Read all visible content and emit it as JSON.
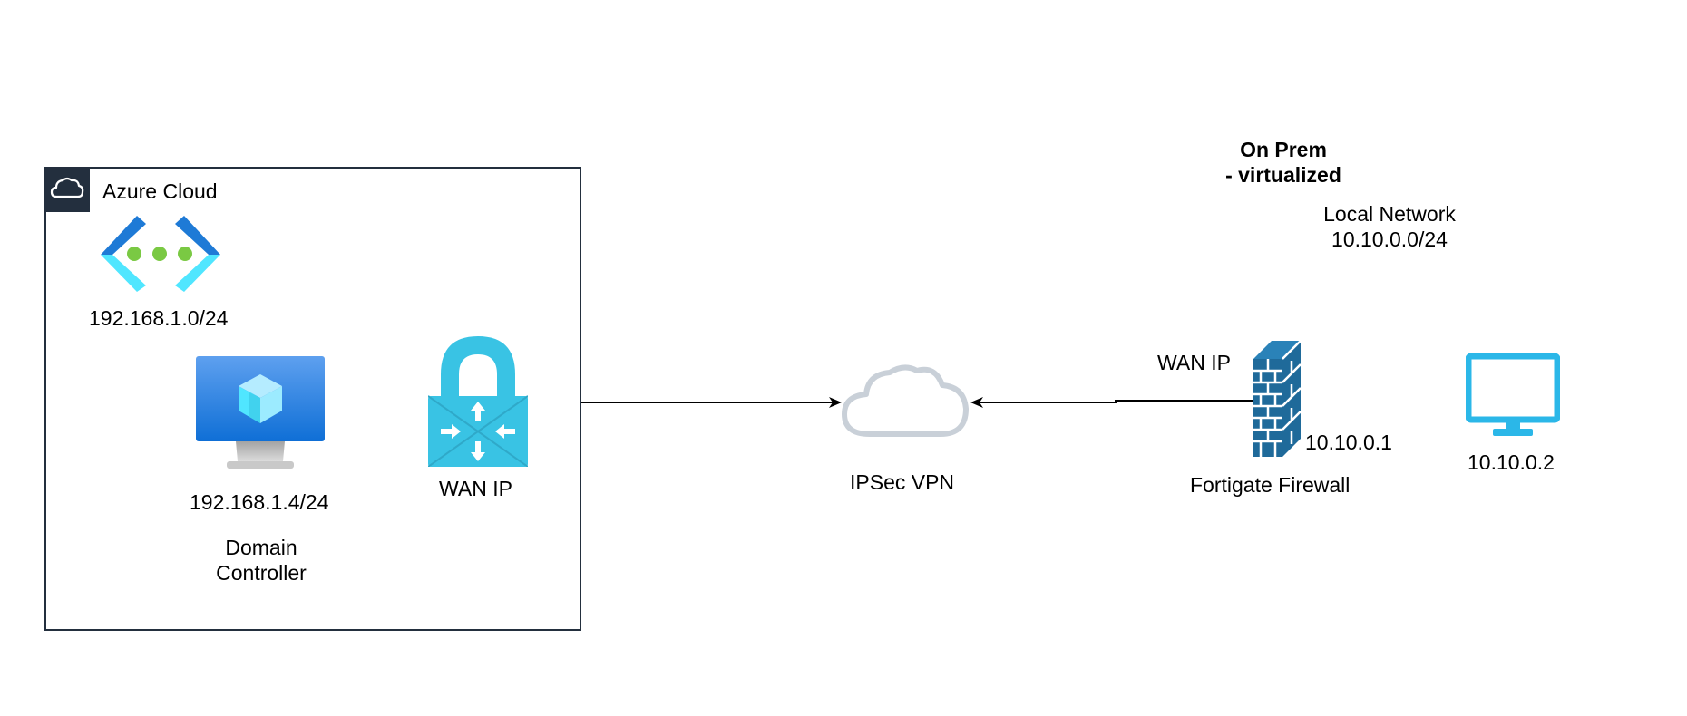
{
  "azure": {
    "title": "Azure Cloud",
    "vnet_cidr": "192.168.1.0/24",
    "dc_ip": "192.168.1.4/24",
    "dc_name_line1": "Domain",
    "dc_name_line2": "Controller",
    "gateway_label": "WAN IP",
    "icons": [
      "cloud-icon",
      "virtual-network-icon",
      "virtual-machine-icon",
      "vpn-gateway-lock-icon"
    ]
  },
  "vpn": {
    "label": "IPSec VPN",
    "icon": "cloud-icon"
  },
  "onprem": {
    "title_line1": "On Prem",
    "title_line2": "- virtualized",
    "network_line1": "Local Network",
    "network_line2": "10.10.0.0/24",
    "wan_label": "WAN IP",
    "firewall_ip": "10.10.0.1",
    "firewall_name": "Fortigate Firewall",
    "client_ip": "10.10.0.2",
    "icons": [
      "firewall-icon",
      "monitor-icon"
    ]
  },
  "colors": {
    "azure_border": "#232f3e",
    "azure_blue": "#1e7ad6",
    "vnet_green": "#7ac943",
    "lock_cyan": "#39c3e4",
    "firewall_blue": "#1f6a9a",
    "monitor_cyan": "#2bb7e8",
    "vpn_cloud": "#c9d0d8"
  }
}
